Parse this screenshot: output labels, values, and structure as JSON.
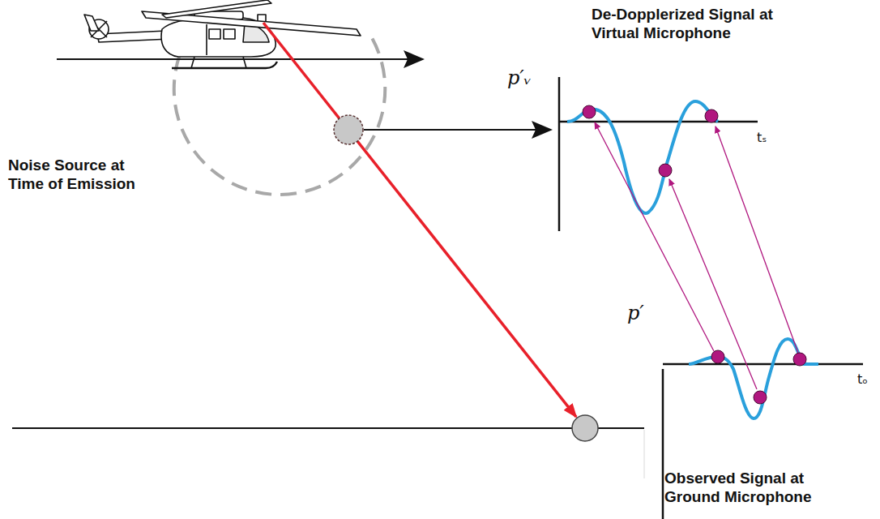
{
  "diagram": {
    "labels": [
      "De-Dopplerized Signal at Virtual Microphone",
      "p′ᵥ",
      "tₛ",
      "Noise Source at Time of Emission",
      "p′",
      "tₒ",
      "Observed Signal at Ground Microphone"
    ]
  }
}
